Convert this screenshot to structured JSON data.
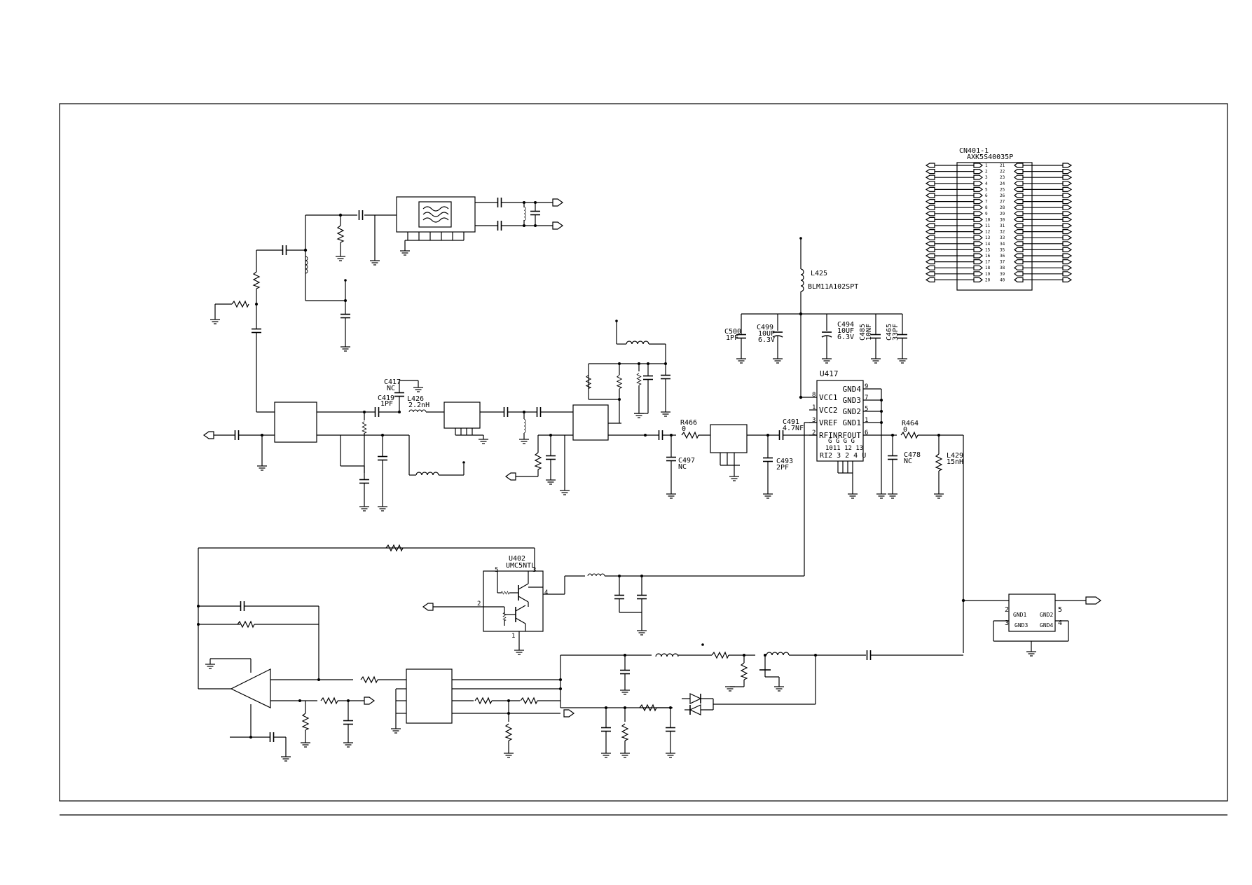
{
  "connector": {
    "ref": "CN401-1",
    "part": "AXK5S40035P",
    "left_pins": [
      "1",
      "2",
      "3",
      "4",
      "5",
      "6",
      "7",
      "8",
      "9",
      "10",
      "11",
      "12",
      "13",
      "14",
      "15",
      "16",
      "17",
      "18",
      "19",
      "20"
    ],
    "right_pins": [
      "21",
      "22",
      "23",
      "24",
      "25",
      "26",
      "27",
      "28",
      "29",
      "30",
      "31",
      "32",
      "33",
      "34",
      "35",
      "36",
      "37",
      "38",
      "39",
      "40"
    ]
  },
  "labels": {
    "l425_ref": "L425",
    "l425_val": "BLM11A102SPT",
    "c500_ref": "C500",
    "c500_val": "1PF",
    "c499_ref": "C499",
    "c499_val1": "10UF",
    "c499_val2": "6.3V",
    "c494_ref": "C494",
    "c494_val1": "10UF",
    "c494_val2": "6.3V",
    "c485_ref": "C485",
    "c485_val": "10NF",
    "c465_ref": "C465",
    "c465_val": "33PF",
    "c417_ref": "C417",
    "c417_val": "NC",
    "c419_ref": "C419",
    "c419_val": "1PF",
    "l426_ref": "L426",
    "l426_val": "2.2nH",
    "r466_ref": "R466",
    "r466_val": "0",
    "c497_ref": "C497",
    "c497_val": "NC",
    "c493_ref": "C493",
    "c493_val": "2PF",
    "c491_ref": "C491",
    "c491_val": "4.7NF",
    "r464_ref": "R464",
    "r464_val": "0",
    "c478_ref": "C478",
    "c478_val": "NC",
    "l429_ref": "L429",
    "l429_val": "15nH",
    "u402_ref": "U402",
    "u402_part": "UMC5NTL"
  },
  "u417": {
    "ref": "U417",
    "left_pins": [
      {
        "pin": "8",
        "name": "VCC1"
      },
      {
        "pin": "1",
        "name": "VCC2"
      },
      {
        "pin": "3",
        "name": "VREF"
      },
      {
        "pin": "2",
        "name": "RFIN"
      }
    ],
    "right_pins": [
      {
        "pin": "9",
        "name": "GND4"
      },
      {
        "pin": "7",
        "name": "GND3"
      },
      {
        "pin": "5",
        "name": "GND2"
      },
      {
        "pin": "1",
        "name": "GND1"
      },
      {
        "pin": "6",
        "name": "RFOUT"
      }
    ],
    "bottom_text1": "G G G G",
    "bottom_text2": "1011 12 13",
    "bottom_text3": "RI2 3 2 4 U"
  },
  "u402_pins": {
    "p5": "5",
    "p3": "3",
    "p4": "4",
    "p2": "2",
    "p1": "1"
  },
  "coupler": {
    "pin_tl": "2",
    "pin_tr": "5",
    "pin_bl": "3",
    "pin_br": "4",
    "gnd1": "GND1",
    "gnd2": "GND2",
    "gnd3": "GND3",
    "gnd4": "GND4"
  }
}
